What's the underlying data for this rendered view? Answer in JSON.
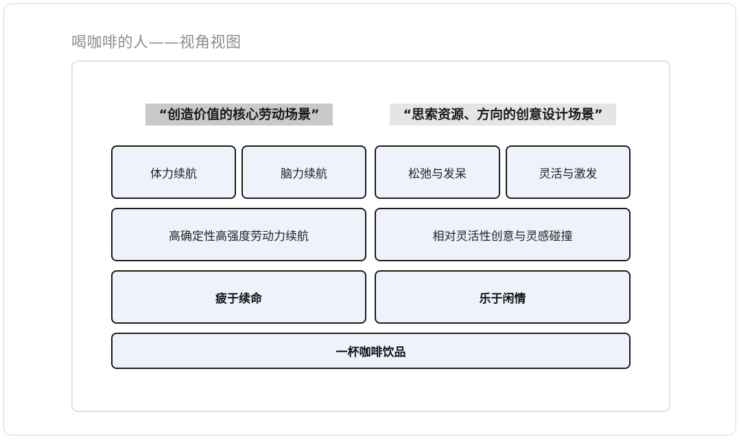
{
  "title": "喝咖啡的人——视角视图",
  "headings": {
    "left": "“创造价值的核心劳动场景”",
    "right": "“思索资源、方向的创意设计场景”"
  },
  "row1": [
    "体力续航",
    "脑力续航",
    "松弛与发呆",
    "灵活与激发"
  ],
  "row2": [
    "高确定性高强度劳动力续航",
    "相对灵活性创意与灵感碰撞"
  ],
  "row3": [
    "疲于续命",
    "乐于闲情"
  ],
  "base": "一杯咖啡饮品",
  "colors": {
    "box_fill": "#eef2fb",
    "box_border": "#1a1a1a",
    "heading_left_bg": "#c9c9c9",
    "heading_right_bg": "#e5e5e5"
  }
}
